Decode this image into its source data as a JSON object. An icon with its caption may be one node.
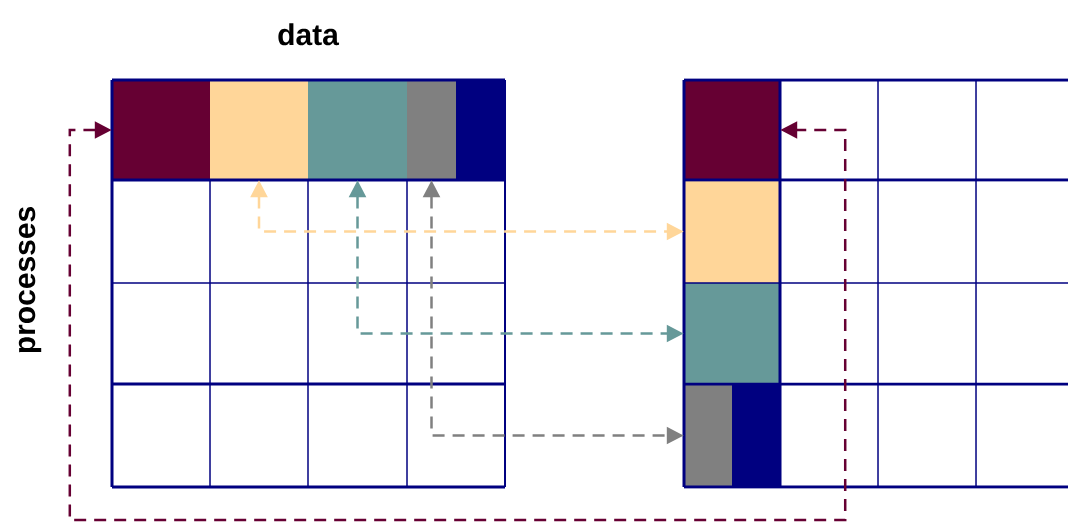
{
  "diagram": {
    "nodes": [
      {
        "text": [],
        "shape": "box"
      },
      {
        "text": [],
        "shape": "box"
      },
      {
        "text": [],
        "shape": "box"
      },
      {
        "text": [],
        "shape": "box"
      },
      {
        "text": [],
        "shape": "box"
      },
      {
        "text": [],
        "shape": "box"
      },
      {
        "text": [],
        "shape": "box"
      },
      {
        "text": [],
        "shape": "box"
      },
      {
        "text": [],
        "shape": "box"
      },
      {
        "text": [],
        "shape": "box"
      }
    ],
    "edges": [
      {
        "from": 0,
        "to": 5,
        "arrow": "both",
        "style": "dashed",
        "color": "#660033"
      },
      {
        "from": 1,
        "to": 6,
        "arrow": "both",
        "style": "dashed",
        "color": "#ffd699"
      },
      {
        "from": 2,
        "to": 7,
        "arrow": "both",
        "style": "dashed",
        "color": "#669999"
      },
      {
        "from": 3,
        "to": 8,
        "arrow": "both",
        "style": "dashed",
        "color": "#808080"
      }
    ],
    "labels": [
      "data",
      "processes"
    ]
  }
}
